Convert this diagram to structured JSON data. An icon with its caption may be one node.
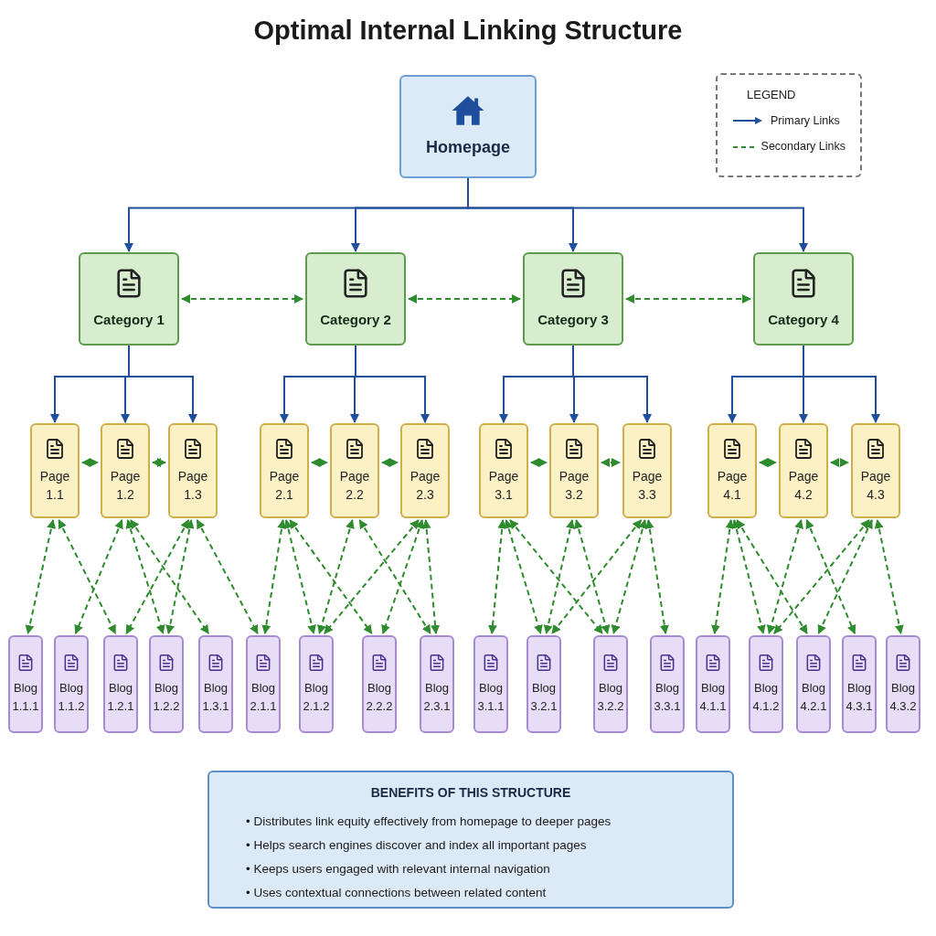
{
  "diagram": {
    "title": "Optimal Internal Linking Structure",
    "nodes": [
      {
        "text": [
          "Homepage"
        ]
      },
      {
        "text": [
          "Category 1"
        ]
      },
      {
        "text": [
          "Category 2"
        ]
      },
      {
        "text": [
          "Category 3"
        ]
      },
      {
        "text": [
          "Category 4"
        ]
      },
      {
        "text": [
          "Page 1.1"
        ]
      },
      {
        "text": [
          "Page 1.2"
        ]
      },
      {
        "text": [
          "Page 1.3"
        ]
      },
      {
        "text": [
          "Page 2.1"
        ]
      },
      {
        "text": [
          "Page 2.2"
        ]
      },
      {
        "text": [
          "Page 2.3"
        ]
      },
      {
        "text": [
          "Page 3.1"
        ]
      },
      {
        "text": [
          "Page 3.2"
        ]
      },
      {
        "text": [
          "Page 3.3"
        ]
      },
      {
        "text": [
          "Page 4.1"
        ]
      },
      {
        "text": [
          "Page 4.2"
        ]
      },
      {
        "text": [
          "Page 4.3"
        ]
      },
      {
        "text": [
          "Blog 1.1.1"
        ]
      },
      {
        "text": [
          "Blog 1.1.2"
        ]
      },
      {
        "text": [
          "Blog 1.2.1"
        ]
      },
      {
        "text": [
          "Blog 1.2.2"
        ]
      },
      {
        "text": [
          "Blog 1.3.1"
        ]
      },
      {
        "text": [
          "Blog 2.1.1"
        ]
      },
      {
        "text": [
          "Blog 2.1.2"
        ]
      },
      {
        "text": [
          "Blog 2.2.2"
        ]
      },
      {
        "text": [
          "Blog 2.3.1"
        ]
      },
      {
        "text": [
          "Blog 3.1.1"
        ]
      },
      {
        "text": [
          "Blog 3.2.1"
        ]
      },
      {
        "text": [
          "Blog 3.2.2"
        ]
      },
      {
        "text": [
          "Blog 3.3.1"
        ]
      },
      {
        "text": [
          "Blog 4.1.1"
        ]
      },
      {
        "text": [
          "Blog 4.1.2"
        ]
      },
      {
        "text": [
          "Blog 4.2.1"
        ]
      },
      {
        "text": [
          "Blog 4.3.1"
        ]
      },
      {
        "text": [
          "Blog 4.3.2"
        ]
      },
      {
        "text": [
          "BENEFITS OF THIS STRUCTURE",
          "• Distributes link equity effectively from homepage to deeper pages",
          "• Helps search engines discover and index all important pages",
          "• Keeps users engaged with relevant internal navigation",
          "• Uses contextual connections between related content"
        ]
      }
    ],
    "edges": [
      {
        "from": 0,
        "to": 1,
        "arrow": "to",
        "color": "#1f4e9c"
      },
      {
        "from": 0,
        "to": 2,
        "arrow": "to",
        "color": "#1f4e9c"
      },
      {
        "from": 0,
        "to": 3,
        "arrow": "to",
        "color": "#1f4e9c"
      },
      {
        "from": 0,
        "to": 4,
        "arrow": "to",
        "color": "#1f4e9c"
      },
      {
        "from": 1,
        "to": 5,
        "arrow": "to",
        "color": "#1f4e9c"
      },
      {
        "from": 1,
        "to": 6,
        "arrow": "to",
        "color": "#1f4e9c"
      },
      {
        "from": 1,
        "to": 7,
        "arrow": "to",
        "color": "#1f4e9c"
      },
      {
        "from": 2,
        "to": 8,
        "arrow": "to",
        "color": "#1f4e9c"
      },
      {
        "from": 2,
        "to": 9,
        "arrow": "to",
        "color": "#1f4e9c"
      },
      {
        "from": 2,
        "to": 10,
        "arrow": "to",
        "color": "#1f4e9c"
      },
      {
        "from": 3,
        "to": 11,
        "arrow": "to",
        "color": "#1f4e9c"
      },
      {
        "from": 3,
        "to": 12,
        "arrow": "to",
        "color": "#1f4e9c"
      },
      {
        "from": 3,
        "to": 13,
        "arrow": "to",
        "color": "#1f4e9c"
      },
      {
        "from": 4,
        "to": 14,
        "arrow": "to",
        "color": "#1f4e9c"
      },
      {
        "from": 4,
        "to": 15,
        "arrow": "to",
        "color": "#1f4e9c"
      },
      {
        "from": 4,
        "to": 16,
        "arrow": "to",
        "color": "#1f4e9c"
      },
      {
        "from": 1,
        "to": 2,
        "arrow": "both",
        "style": "dashed"
      },
      {
        "from": 2,
        "to": 3,
        "arrow": "both",
        "style": "dashed"
      },
      {
        "from": 3,
        "to": 4,
        "arrow": "both",
        "style": "dashed"
      },
      {
        "from": 5,
        "to": 6,
        "arrow": "both",
        "style": "dashed"
      },
      {
        "from": 6,
        "to": 7,
        "arrow": "both",
        "style": "dashed"
      },
      {
        "from": 8,
        "to": 9,
        "arrow": "both",
        "style": "dashed"
      },
      {
        "from": 9,
        "to": 10,
        "arrow": "both",
        "style": "dashed"
      },
      {
        "from": 11,
        "to": 12,
        "arrow": "both",
        "style": "dashed"
      },
      {
        "from": 12,
        "to": 13,
        "arrow": "both",
        "style": "dashed"
      },
      {
        "from": 14,
        "to": 15,
        "arrow": "both",
        "style": "dashed"
      },
      {
        "from": 15,
        "to": 16,
        "arrow": "both",
        "style": "dashed"
      },
      {
        "from": 5,
        "to": 17,
        "arrow": "both",
        "style": "dashed"
      },
      {
        "from": 5,
        "to": 19,
        "arrow": "both",
        "style": "dashed"
      },
      {
        "from": 6,
        "to": 18,
        "arrow": "both",
        "style": "dashed"
      },
      {
        "from": 6,
        "to": 20,
        "arrow": "both",
        "style": "dashed"
      },
      {
        "from": 6,
        "to": 21,
        "arrow": "both",
        "style": "dashed"
      },
      {
        "from": 7,
        "to": 19,
        "arrow": "both",
        "style": "dashed"
      },
      {
        "from": 7,
        "to": 20,
        "arrow": "both",
        "style": "dashed"
      },
      {
        "from": 7,
        "to": 22,
        "arrow": "both",
        "style": "dashed"
      },
      {
        "from": 8,
        "to": 22,
        "arrow": "both",
        "style": "dashed"
      },
      {
        "from": 8,
        "to": 23,
        "arrow": "both",
        "style": "dashed"
      },
      {
        "from": 8,
        "to": 24,
        "arrow": "both",
        "style": "dashed"
      },
      {
        "from": 9,
        "to": 23,
        "arrow": "both",
        "style": "dashed"
      },
      {
        "from": 9,
        "to": 25,
        "arrow": "both",
        "style": "dashed"
      },
      {
        "from": 10,
        "to": 23,
        "arrow": "both",
        "style": "dashed"
      },
      {
        "from": 10,
        "to": 24,
        "arrow": "both",
        "style": "dashed"
      },
      {
        "from": 10,
        "to": 25,
        "arrow": "both",
        "style": "dashed"
      },
      {
        "from": 11,
        "to": 26,
        "arrow": "both",
        "style": "dashed"
      },
      {
        "from": 11,
        "to": 27,
        "arrow": "both",
        "style": "dashed"
      },
      {
        "from": 11,
        "to": 28,
        "arrow": "both",
        "style": "dashed"
      },
      {
        "from": 12,
        "to": 27,
        "arrow": "both",
        "style": "dashed"
      },
      {
        "from": 12,
        "to": 28,
        "arrow": "both",
        "style": "dashed"
      },
      {
        "from": 13,
        "to": 27,
        "arrow": "both",
        "style": "dashed"
      },
      {
        "from": 13,
        "to": 28,
        "arrow": "both",
        "style": "dashed"
      },
      {
        "from": 13,
        "to": 29,
        "arrow": "both",
        "style": "dashed"
      },
      {
        "from": 14,
        "to": 30,
        "arrow": "both",
        "style": "dashed"
      },
      {
        "from": 14,
        "to": 31,
        "arrow": "both",
        "style": "dashed"
      },
      {
        "from": 14,
        "to": 32,
        "arrow": "both",
        "style": "dashed"
      },
      {
        "from": 15,
        "to": 31,
        "arrow": "both",
        "style": "dashed"
      },
      {
        "from": 15,
        "to": 33,
        "arrow": "both",
        "style": "dashed"
      },
      {
        "from": 16,
        "to": 31,
        "arrow": "both",
        "style": "dashed"
      },
      {
        "from": 16,
        "to": 32,
        "arrow": "both",
        "style": "dashed"
      },
      {
        "from": 16,
        "to": 34,
        "arrow": "both",
        "style": "dashed"
      }
    ],
    "labels": [
      "LEGEND"
    ],
    "legend": [
      {
        "text": "Primary Links"
      },
      {
        "text": "Secondary Links"
      }
    ]
  }
}
